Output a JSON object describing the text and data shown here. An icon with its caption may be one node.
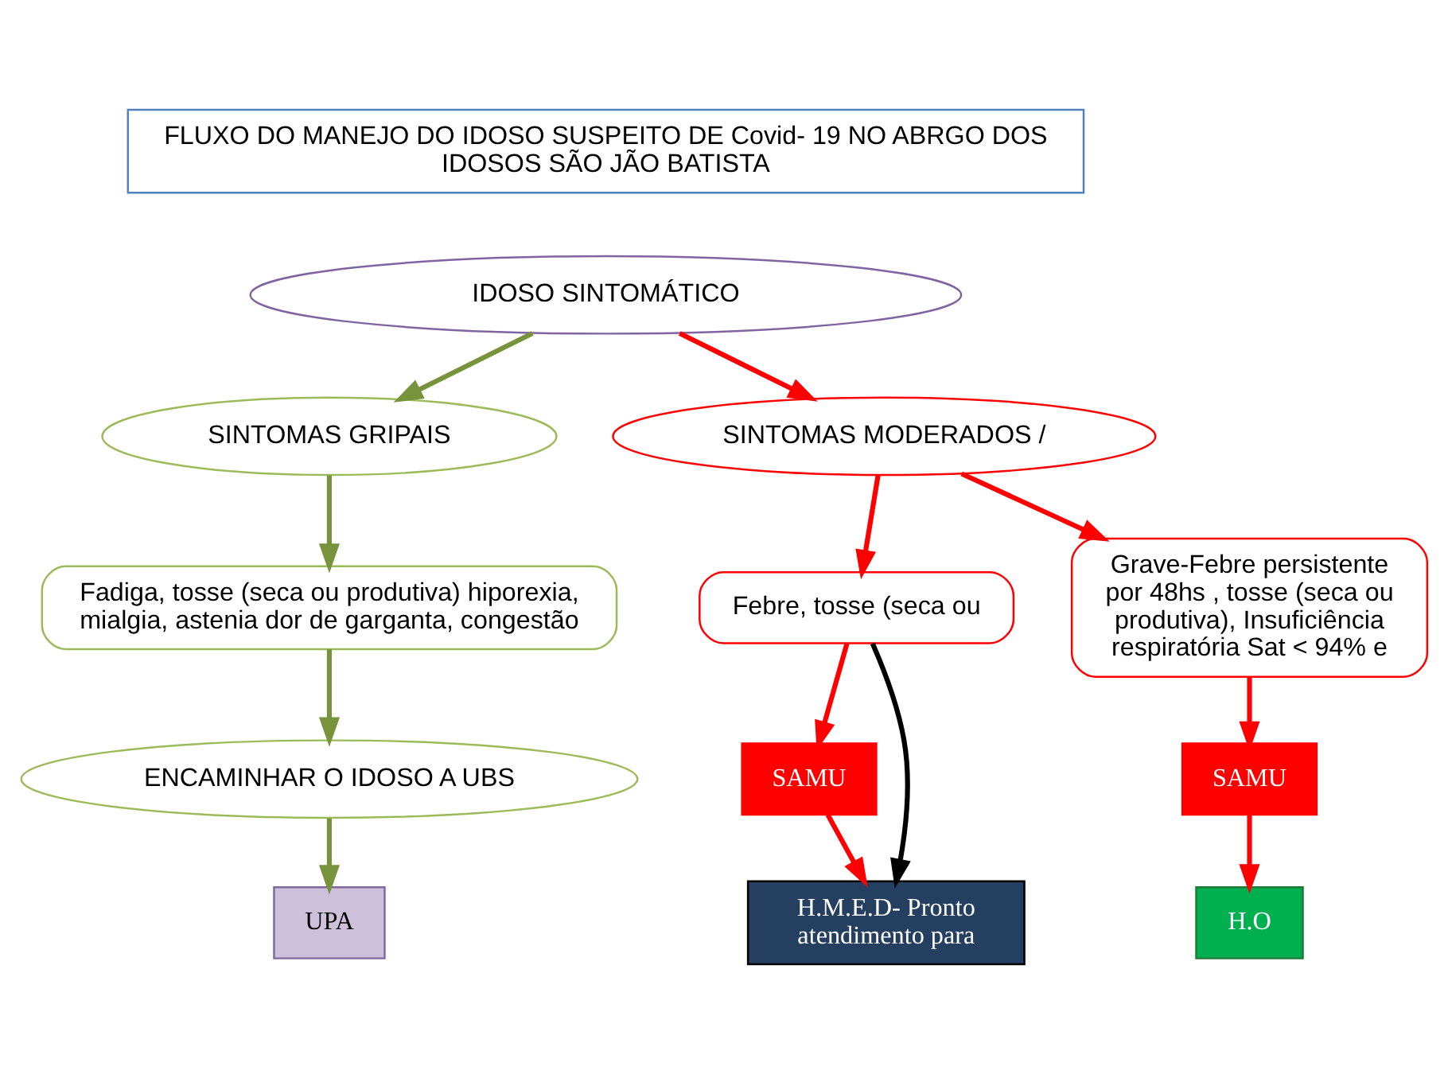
{
  "diagram": {
    "nodes": [
      {
        "text": [
          "FLUXO DO MANEJO DO IDOSO SUSPEITO DE Covid- 19 NO ABRGO DOS IDOSOS SÃO JÃO BATISTA"
        ]
      },
      {
        "text": [
          "IDOSO SINTOMÁTICO"
        ]
      },
      {
        "text": [
          "SINTOMAS GRIPAIS"
        ]
      },
      {
        "text": [
          "SINTOMAS MODERADOS /"
        ]
      },
      {
        "text": [
          "Fadiga, tosse (seca ou produtiva) hiporexia, mialgia, astenia dor de garganta, congestão"
        ]
      },
      {
        "text": [
          "Febre, tosse (seca ou"
        ]
      },
      {
        "text": [
          "Grave-Febre persistente por 48hs , tosse (seca ou produtiva), Insuficiência respiratória Sat < 94% e"
        ]
      },
      {
        "text": [
          "ENCAMINHAR O IDOSO A UBS"
        ]
      },
      {
        "text": [
          "SAMU"
        ]
      },
      {
        "text": [
          "SAMU"
        ]
      },
      {
        "text": [
          "UPA"
        ]
      },
      {
        "text": [
          "H.M.E.D- Pronto atendimento para"
        ]
      },
      {
        "text": [
          "H.O"
        ]
      }
    ],
    "edges": [
      {
        "from": 1,
        "to": 2,
        "arrow": "to",
        "color": "#77933c"
      },
      {
        "from": 1,
        "to": 3,
        "arrow": "to"
      },
      {
        "from": 2,
        "to": 4,
        "arrow": "to",
        "color": "#77933c"
      },
      {
        "from": 3,
        "to": 5,
        "arrow": "to"
      },
      {
        "from": 3,
        "to": 6,
        "arrow": "to"
      },
      {
        "from": 4,
        "to": 7,
        "arrow": "to",
        "color": "#77933c"
      },
      {
        "from": 5,
        "to": 8,
        "arrow": "to"
      },
      {
        "from": 5,
        "to": 11,
        "arrow": "to",
        "color": "#000000"
      },
      {
        "from": 6,
        "to": 9,
        "arrow": "to"
      },
      {
        "from": 7,
        "to": 10,
        "arrow": "to",
        "color": "#77933c"
      },
      {
        "from": 8,
        "to": 11,
        "arrow": "to"
      },
      {
        "from": 9,
        "to": 12,
        "arrow": "to"
      }
    ]
  }
}
